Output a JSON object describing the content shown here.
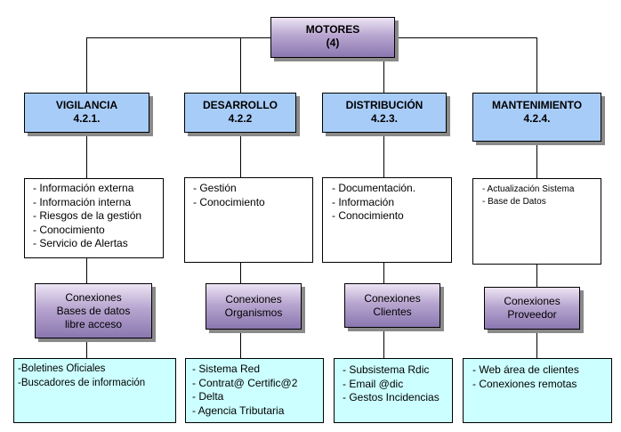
{
  "root": {
    "title": "MOTORES",
    "code": "(4)"
  },
  "branches": [
    {
      "title": "VIGILANCIA",
      "code": "4.2.1.",
      "items": [
        "- Información externa",
        "- Información interna",
        "- Riesgos de la gestión",
        "- Conocimiento",
        "- Servicio de Alertas"
      ],
      "connection": [
        "Conexiones",
        "Bases de datos",
        "libre acceso"
      ],
      "resources": [
        "-Boletines Oficiales",
        "-Buscadores de información"
      ]
    },
    {
      "title": "DESARROLLO",
      "code": "4.2.2",
      "items": [
        "- Gestión",
        "- Conocimiento"
      ],
      "connection": [
        "Conexiones",
        "Organismos"
      ],
      "resources": [
        "- Sistema Red",
        "- Contrat@ Certific@2",
        "- Delta",
        "- Agencia Tributaria"
      ]
    },
    {
      "title": "DISTRIBUCIÓN",
      "code": "4.2.3.",
      "items": [
        "- Documentación.",
        "- Información",
        "- Conocimiento"
      ],
      "connection": [
        "Conexiones",
        "Clientes"
      ],
      "resources": [
        "- Subsistema Rdic",
        "- Email @dic",
        "- Gestos Incidencias"
      ]
    },
    {
      "title": "MANTENIMIENTO",
      "code": "4.2.4.",
      "items": [
        "- Actualización Sistema",
        "- Base de Datos"
      ],
      "connection": [
        "Conexiones",
        "Proveedor"
      ],
      "resources": [
        "- Web área de clientes",
        "- Conexiones remotas"
      ]
    }
  ]
}
